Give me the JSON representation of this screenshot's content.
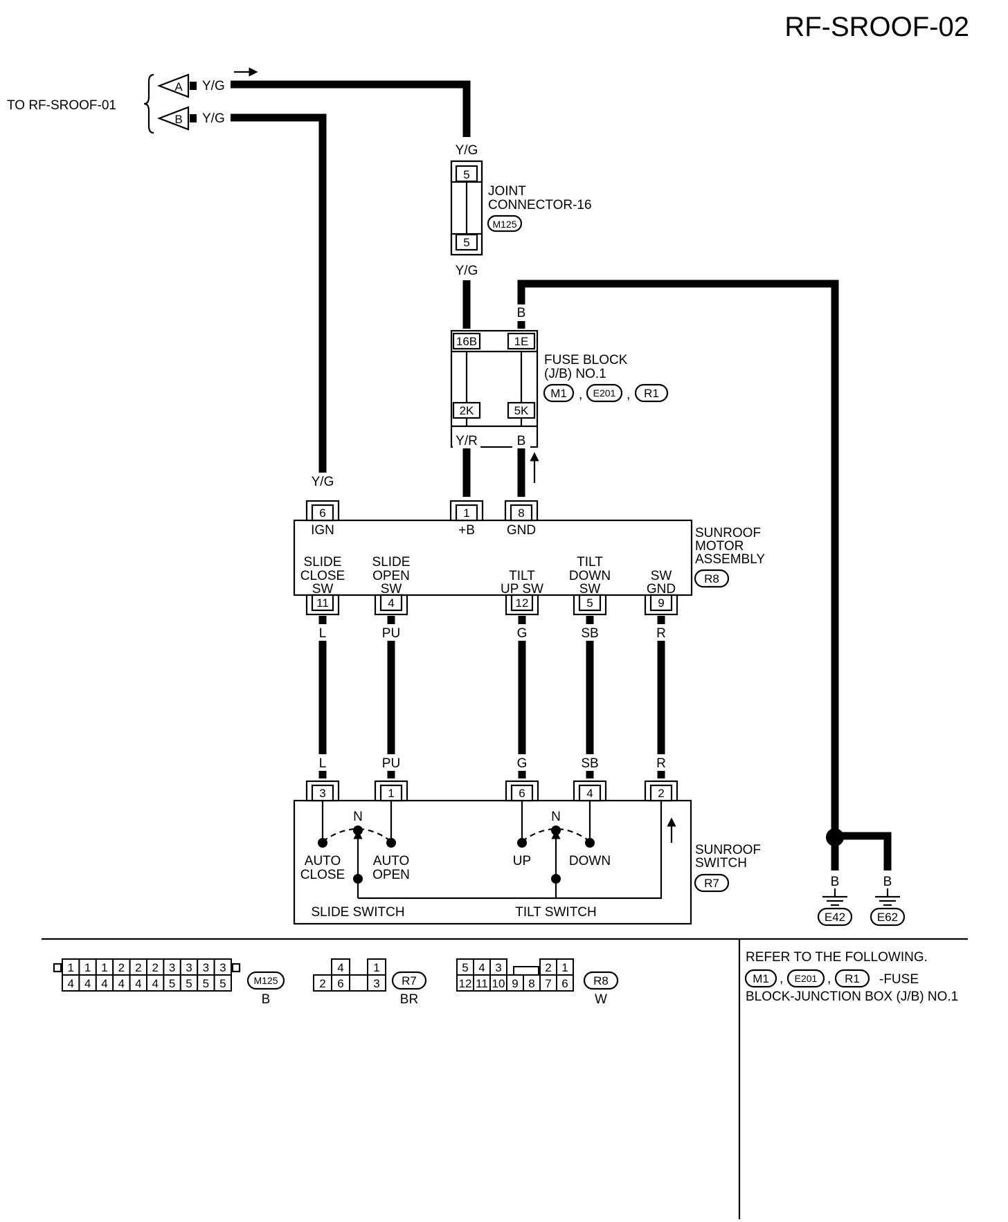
{
  "page_code": "RF-SROOF-02",
  "ref_text": "TO RF-SROOF-01",
  "connectors_left": [
    {
      "letter": "A",
      "color": "Y/G"
    },
    {
      "letter": "B",
      "color": "Y/G"
    }
  ],
  "joint": {
    "name": [
      "JOINT",
      "CONNECTOR-16"
    ],
    "code": "M125",
    "pin_top": "5",
    "pin_bottom": "5",
    "wire_top": "Y/G",
    "wire_bottom": "Y/G"
  },
  "fuse_block": {
    "name": [
      "FUSE BLOCK",
      "(J/B) NO.1"
    ],
    "codes": [
      "M1",
      "E201",
      "R1"
    ],
    "pins_top": [
      "16B",
      "1E"
    ],
    "pins_bottom": [
      "2K",
      "5K"
    ],
    "wire_top_right": "B",
    "wire_bottom_left": "Y/R",
    "wire_bottom_right": "B"
  },
  "motor": {
    "name": [
      "SUNROOF",
      "MOTOR",
      "ASSEMBLY"
    ],
    "code": "R8",
    "top_pins": [
      {
        "pin": "6",
        "func": "IGN",
        "wire": "Y/G"
      },
      {
        "pin": "1",
        "func": "+B"
      },
      {
        "pin": "8",
        "func": "GND"
      }
    ],
    "bottom_pins": [
      {
        "pin": "11",
        "func": [
          "SLIDE",
          "CLOSE",
          "SW"
        ],
        "wire": "L"
      },
      {
        "pin": "4",
        "func": [
          "SLIDE",
          "OPEN",
          "SW"
        ],
        "wire": "PU"
      },
      {
        "pin": "12",
        "func": [
          "TILT",
          "UP SW"
        ],
        "wire": "G"
      },
      {
        "pin": "5",
        "func": [
          "TILT",
          "DOWN",
          "SW"
        ],
        "wire": "SB"
      },
      {
        "pin": "9",
        "func": [
          "SW",
          "GND"
        ],
        "wire": "R"
      }
    ]
  },
  "switch": {
    "name": [
      "SUNROOF",
      "SWITCH"
    ],
    "code": "R7",
    "pins": [
      {
        "pin": "3",
        "wire": "L"
      },
      {
        "pin": "1",
        "wire": "PU"
      },
      {
        "pin": "6",
        "wire": "G"
      },
      {
        "pin": "4",
        "wire": "SB"
      },
      {
        "pin": "2",
        "wire": "R"
      }
    ],
    "neutral": "N",
    "slide_positions": [
      [
        "AUTO",
        "CLOSE"
      ],
      [
        "AUTO",
        "OPEN"
      ]
    ],
    "tilt_positions": [
      "UP",
      "DOWN"
    ],
    "slide_label": "SLIDE SWITCH",
    "tilt_label": "TILT SWITCH"
  },
  "grounds": [
    {
      "code": "E42",
      "wire": "B"
    },
    {
      "code": "E62",
      "wire": "B"
    }
  ],
  "connector_views": [
    {
      "code": "M125",
      "color": "B",
      "top": [
        "1",
        "1",
        "1",
        "2",
        "2",
        "2",
        "3",
        "3",
        "3",
        "3"
      ],
      "bottom": [
        "4",
        "4",
        "4",
        "4",
        "4",
        "4",
        "5",
        "5",
        "5",
        "5"
      ]
    },
    {
      "code": "R7",
      "color": "BR",
      "top": [
        "",
        "4",
        "",
        "1"
      ],
      "bottom": [
        "2",
        "6",
        "",
        "3"
      ]
    },
    {
      "code": "R8",
      "color": "W",
      "top": [
        "5",
        "4",
        "3",
        "",
        "",
        "2",
        "1"
      ],
      "bottom": [
        "12",
        "11",
        "10",
        "9",
        "8",
        "7",
        "6"
      ]
    }
  ],
  "refer_note": {
    "line1": "REFER TO THE FOLLOWING.",
    "codes": [
      "M1",
      "E201",
      "R1"
    ],
    "suffix": "-FUSE",
    "line3": "BLOCK-JUNCTION BOX (J/B) NO.1"
  }
}
